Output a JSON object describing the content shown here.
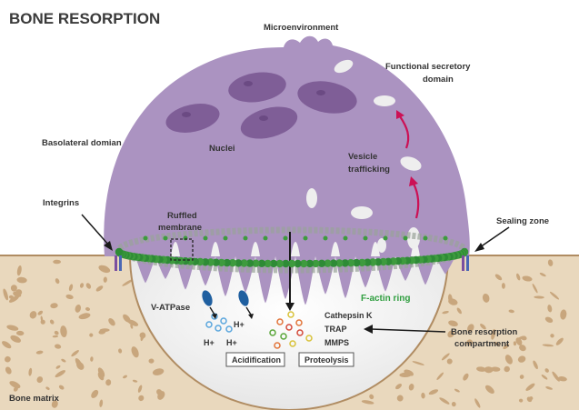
{
  "title": "BONE RESORPTION",
  "labels": {
    "microenvironment": "Microenvironment",
    "functional_secretory_1": "Functional secretory",
    "functional_secretory_2": "domain",
    "basolateral": "Basolateral domian",
    "nuclei": "Nuclei",
    "vesicle_1": "Vesicle",
    "vesicle_2": "trafficking",
    "integrins": "Integrins",
    "ruffled_1": "Ruffled",
    "ruffled_2": "membrane",
    "sealing_zone": "Sealing zone",
    "v_atpase": "V-ATPase",
    "h_plus": "H+",
    "f_actin_ring": "F-actin ring",
    "cathepsin": "Cathepsin K",
    "trap": "TRAP",
    "mmps": "MMPS",
    "compartment_1": "Bone resorption",
    "compartment_2": "compartment",
    "acidification": "Acidification",
    "proteolysis": "Proteolysis",
    "bone_matrix": "Bone matrix"
  },
  "colors": {
    "cell": "#ab93c1",
    "cell_dark": "#9a80b3",
    "nucleus": "#7f5e97",
    "nucleolus": "#6b4a83",
    "bone": "#e9d8bd",
    "bone_spots": "#c8a67d",
    "actin": "#3e9b3e",
    "trafficking_arrow": "#cc1155",
    "pump": "#1f5fa0",
    "integrin_1": "#7b4fa0",
    "integrin_2": "#4a67b5"
  }
}
